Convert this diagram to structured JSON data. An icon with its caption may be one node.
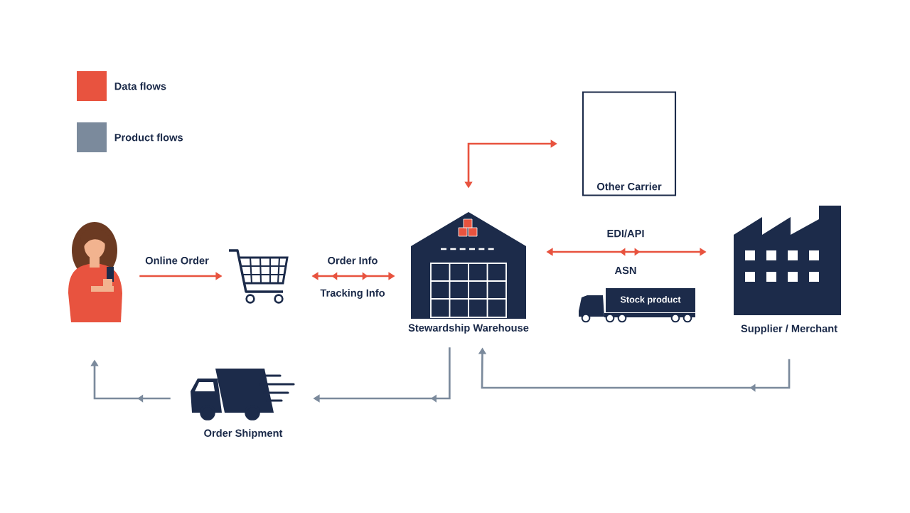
{
  "diagram": {
    "nodes": [
      {
        "text": [],
        "shape": "person"
      },
      {
        "text": [],
        "shape": "picture"
      },
      {
        "text": [
          "Stewardship Warehouse"
        ]
      },
      {
        "text": [
          "Other Carrier"
        ]
      },
      {
        "text": [
          "Supplier / Merchant"
        ]
      },
      {
        "text": [
          "Order Shipment"
        ]
      },
      {
        "text": [
          "Stock product"
        ]
      }
    ],
    "edges": [
      {
        "from": 0,
        "to": 1,
        "arrow": "to",
        "label": "Online Order"
      },
      {
        "from": 1,
        "to": 2,
        "arrow": "both",
        "label": "Order Info"
      },
      {
        "from": 2,
        "to": 4,
        "arrow": "both",
        "label": "EDI/API"
      },
      {
        "from": 2,
        "to": 3,
        "arrow": "both"
      },
      {
        "from": 4,
        "to": 2,
        "arrow": "to",
        "color": "#7b8a9c"
      },
      {
        "from": 2,
        "to": 5,
        "arrow": "to",
        "color": "#7b8a9c"
      },
      {
        "from": 5,
        "to": 0,
        "arrow": "to",
        "color": "#7b8a9c"
      }
    ],
    "labels": [
      "Tracking Info",
      "ASN"
    ],
    "legend": [
      {
        "text": "Data flows",
        "color": "#e8533f"
      },
      {
        "text": "Product flows",
        "color": "#7b8a9c"
      }
    ]
  }
}
